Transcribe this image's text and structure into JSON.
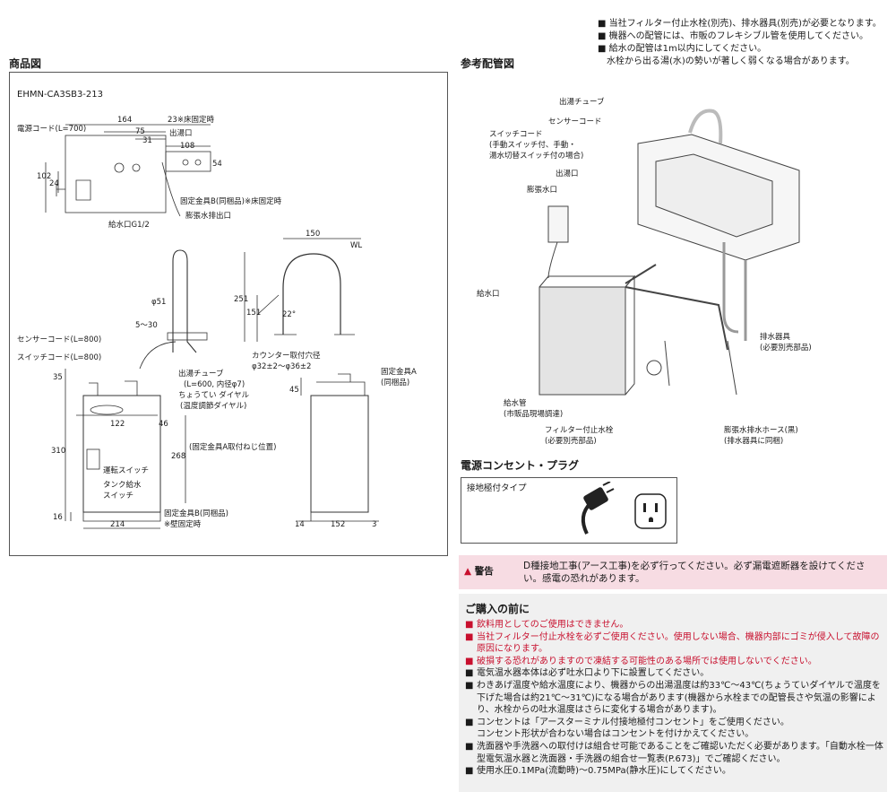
{
  "top_notes": [
    "■ 当社フィルター付止水栓(別売)、排水器具(別売)が必要となります。",
    "■ 機器への配管には、市販のフレキシブル管を使用してください。",
    "■ 給水の配管は1m以内にしてください。",
    "　水栓から出る湯(水)の勢いが著しく弱くなる場合があります。"
  ],
  "product": {
    "heading": "商品図",
    "model": "EHMN-CA3SB3-213",
    "labels": {
      "power_cord": "電源コード(L=700)",
      "dim_164": "164",
      "dim_23": "23※床固定時",
      "dim_75": "75",
      "dim_31": "31",
      "outlet": "出湯口",
      "dim_108": "108",
      "dim_54": "54",
      "dim_102": "102",
      "dim_24": "24",
      "bracket_b_floor": "固定金具B(同梱品)※床固定時",
      "expansion_outlet": "膨張水排出口",
      "water_inlet": "給水口G1/2",
      "dim_150": "150",
      "wl": "WL",
      "dim_251": "251",
      "dim_151": "151",
      "angle": "22°",
      "phi51": "φ51",
      "dim_5_30": "5～30",
      "counter_hole": "カウンター取付穴径",
      "counter_hole_dims": "φ32±2～φ36±2",
      "sensor_cord": "センサーコード(L=800)",
      "switch_cord": "スイッチコード(L=800)",
      "hot_tube": "出湯チューブ",
      "hot_tube_dims": "(L=600, 内径φ7)",
      "temp_dial": "ちょうてい ダイヤル",
      "temp_dial_note": "(温度調節ダイヤル)",
      "dim_35": "35",
      "dim_122": "122",
      "dim_46": "46",
      "dim_310": "310",
      "dim_268": "268",
      "bracket_a_pos": "(固定金具A取付ねじ位置)",
      "run_switch": "運転スイッチ",
      "tank_switch_1": "タンク給水",
      "tank_switch_2": "スイッチ",
      "dim_16": "16",
      "dim_214": "214",
      "bracket_b": "固定金具B(同梱品)",
      "wall_fix": "※壁固定時",
      "bracket_a_1": "固定金具A",
      "bracket_a_2": "(同梱品)",
      "dim_45": "45",
      "dim_14": "14",
      "dim_152": "152",
      "dim_3": "3"
    }
  },
  "piping": {
    "heading": "参考配管図",
    "labels": {
      "hot_tube": "出湯チューブ",
      "sensor_cord": "センサーコード",
      "switch_cord_1": "スイッチコード",
      "switch_cord_2": "(手動スイッチ付、手動・",
      "switch_cord_3": "湯水切替スイッチ付の場合)",
      "outlet": "出湯口",
      "expansion_port": "膨張水口",
      "inlet": "給水口",
      "drain": "排水器具",
      "drain_note": "(必要別売部品)",
      "supply_pipe": "給水管",
      "supply_note": "(市販品現場調達)",
      "filter_valve": "フィルター付止水栓",
      "filter_note": "(必要別売部品)",
      "exp_hose": "膨張水排水ホース(黒)",
      "exp_hose_note": "(排水器具に同梱)"
    }
  },
  "plug": {
    "heading": "電源コンセント・プラグ",
    "type_label": "接地極付タイプ"
  },
  "warning": {
    "label": "警告",
    "text": "D種接地工事(アース工事)を必ず行ってください。必ず漏電遮断器を設けてください。感電の恐れがあります。"
  },
  "purchase": {
    "title": "ご購入の前に",
    "items": [
      {
        "text": "飲料用としてのご使用はできません。",
        "red": true
      },
      {
        "text": "当社フィルター付止水栓を必ずご使用ください。使用しない場合、機器内部にゴミが侵入して故障の原因になります。",
        "red": true
      },
      {
        "text": "破損する恐れがありますので凍結する可能性のある場所では使用しないでください。",
        "red": true
      },
      {
        "text": "電気温水器本体は必ず吐水口より下に設置してください。",
        "red": false
      },
      {
        "text": "わきあげ温度や給水温度により、機器からの出湯温度は約33℃～43℃(ちょうていダイヤルで温度を下げた場合は約21℃～31℃)になる場合があります(機器から水栓までの配管長さや気温の影響により、水栓からの吐水温度はさらに変化する場合があります)。",
        "red": false
      },
      {
        "text": "コンセントは「アースターミナル付接地極付コンセント」をご使用ください。",
        "red": false
      },
      {
        "text": "コンセント形状が合わない場合はコンセントを付けかえてください。",
        "red": false,
        "indent": true
      },
      {
        "text": "洗面器や手洗器への取付けは組合せ可能であることをご確認いただく必要があります。「自動水栓一体型電気温水器と洗面器・手洗器の組合せ一覧表(P.673)」でご確認ください。",
        "red": false
      },
      {
        "text": "使用水圧0.1MPa(流動時)～0.75MPa(静水圧)にしてください。",
        "red": false
      }
    ]
  }
}
